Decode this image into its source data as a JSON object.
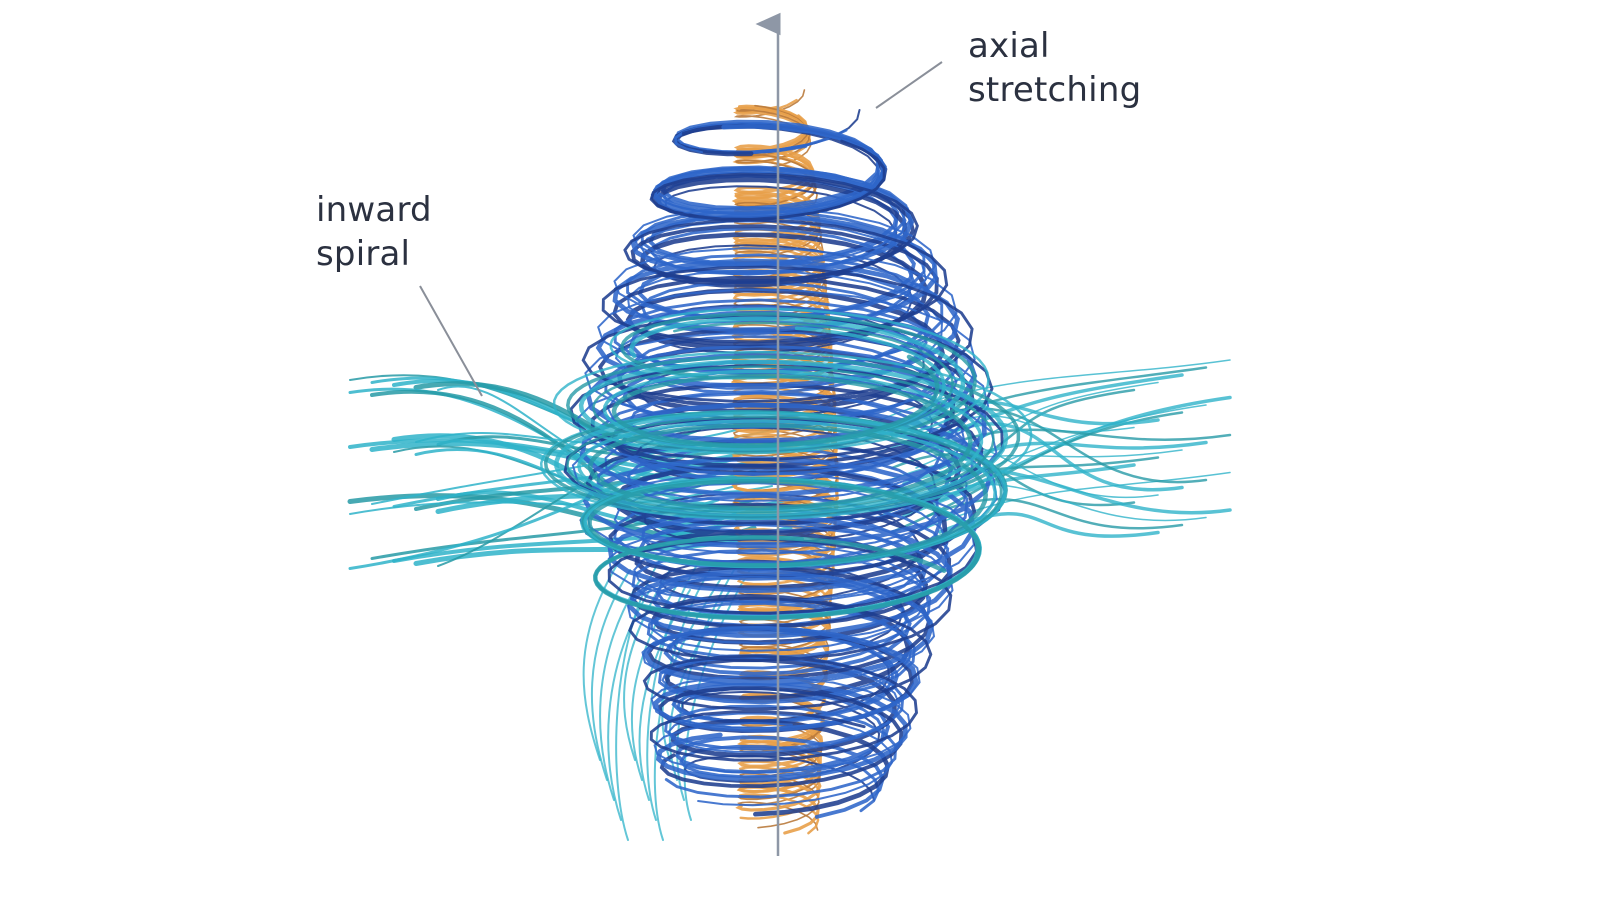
{
  "labels": {
    "axial": {
      "line1": "axial",
      "line2": "stretching"
    },
    "inward": {
      "line1": "inward",
      "line2": "spiral"
    }
  },
  "colors": {
    "background": "#ffffff",
    "text": "#2b3140",
    "leader_line": "#8a8f99",
    "axis": "#8e97a6",
    "core_orange": "#e8a04a",
    "core_orange_dark": "#b97a3c",
    "mid_blue": "#2f66c9",
    "navy": "#1f3f8f",
    "outer_cyan": "#2fb3c9",
    "teal": "#279aa6"
  },
  "icons": {
    "axis": "vertical-axis-arrow-icon"
  }
}
